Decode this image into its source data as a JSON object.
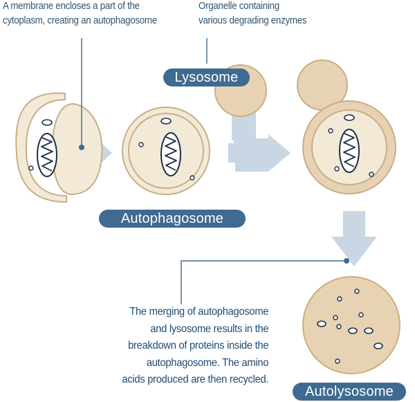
{
  "colors": {
    "arrow": "#c9d6e3",
    "membrane_fill": "#f3e9d7",
    "membrane_stroke": "#c8ae84",
    "lysosome_fill": "#e7d3b3",
    "badge_bg": "#3f6a91",
    "leader_line": "#3f6a91",
    "note_text": "#1f4a70"
  },
  "notes": {
    "membrane": [
      "A membrane encloses a part of the",
      "cytoplasm, creating an autophagosome"
    ],
    "organelle": [
      "Organelle containing",
      "various degrading enzymes"
    ],
    "merging": [
      "The merging of autophagosome",
      "and lysosome results in the",
      "breakdown of proteins inside the",
      "autophagosome. The amino",
      "acids produced are then recycled."
    ]
  },
  "labels": {
    "lysosome": "Lysosome",
    "autophagosome": "Autophagosome",
    "autolysosome": "Autolysosome"
  },
  "icons": {
    "mitochondrion": "mitochondrion-icon",
    "vesicle": "vesicle-icon",
    "arrow": "arrow-icon"
  }
}
